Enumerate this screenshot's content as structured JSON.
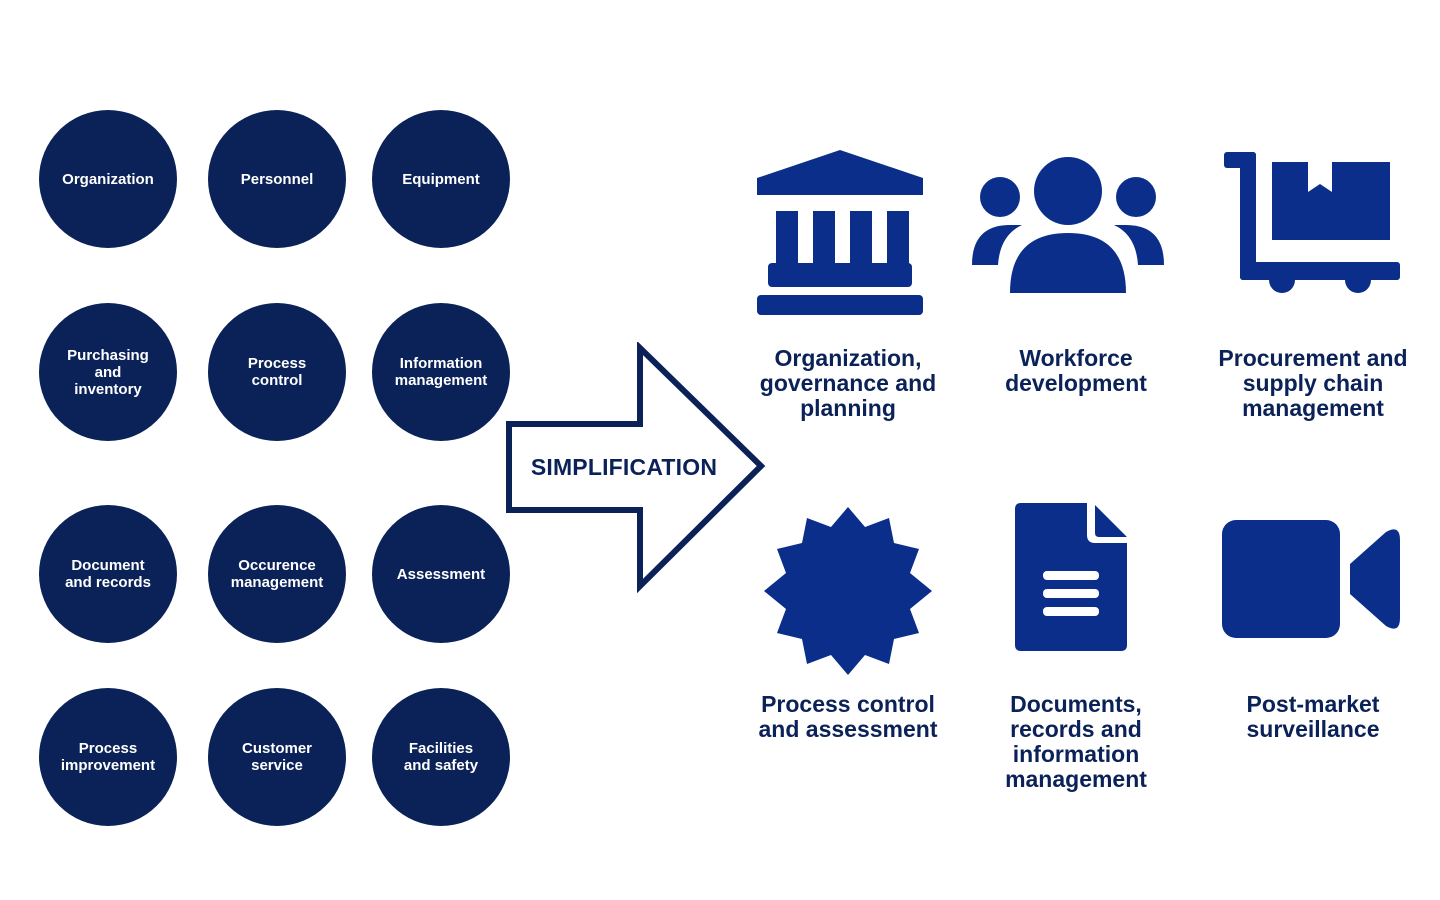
{
  "colors": {
    "circle_fill": "#0b2258",
    "icon_fill": "#0a2e8a",
    "text": "#0b2258"
  },
  "circles": [
    {
      "label": "Organization"
    },
    {
      "label": "Personnel"
    },
    {
      "label": "Equipment"
    },
    {
      "label": "Purchasing\nand\ninventory"
    },
    {
      "label": "Process\ncontrol"
    },
    {
      "label": "Information\nmanagement"
    },
    {
      "label": "Document\nand records"
    },
    {
      "label": "Occurence\nmanagement"
    },
    {
      "label": "Assessment"
    },
    {
      "label": "Process\nimprovement"
    },
    {
      "label": "Customer\nservice"
    },
    {
      "label": "Facilities\nand safety"
    }
  ],
  "arrow": {
    "label": "SIMPLIFICATION"
  },
  "categories": [
    {
      "label": "Organization,\ngovernance and\nplanning",
      "icon": "bank-icon"
    },
    {
      "label": "Workforce\ndevelopment",
      "icon": "people-group-icon"
    },
    {
      "label": "Procurement and\nsupply chain\nmanagement",
      "icon": "dolly-box-icon"
    },
    {
      "label": "Process control\nand assessment",
      "icon": "seal-badge-icon"
    },
    {
      "label": "Documents,\nrecords and\ninformation\nmanagement",
      "icon": "document-icon"
    },
    {
      "label": "Post-market\nsurveillance",
      "icon": "video-camera-icon"
    }
  ]
}
